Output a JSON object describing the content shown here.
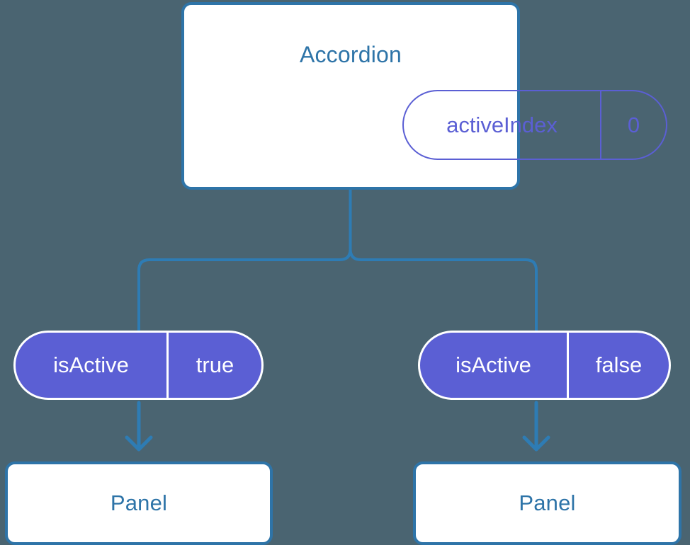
{
  "theme": {
    "background": "#4a6471",
    "card_border": "#2e74a8",
    "card_fill": "#ffffff",
    "title_text": "#2e74a8",
    "pill_accent": "#5b5fd4",
    "pill_filled_text": "#ffffff",
    "connector_line": "#2e7cb4"
  },
  "diagram": {
    "type": "component-tree",
    "root": {
      "name": "accordion-component",
      "title": "Accordion",
      "state": {
        "key": "activeIndex",
        "value": "0"
      }
    },
    "branches": [
      {
        "name": "branch-left",
        "prop": {
          "key": "isActive",
          "value": "true"
        },
        "child": {
          "name": "panel-left",
          "title": "Panel"
        }
      },
      {
        "name": "branch-right",
        "prop": {
          "key": "isActive",
          "value": "false"
        },
        "child": {
          "name": "panel-right",
          "title": "Panel"
        }
      }
    ]
  }
}
